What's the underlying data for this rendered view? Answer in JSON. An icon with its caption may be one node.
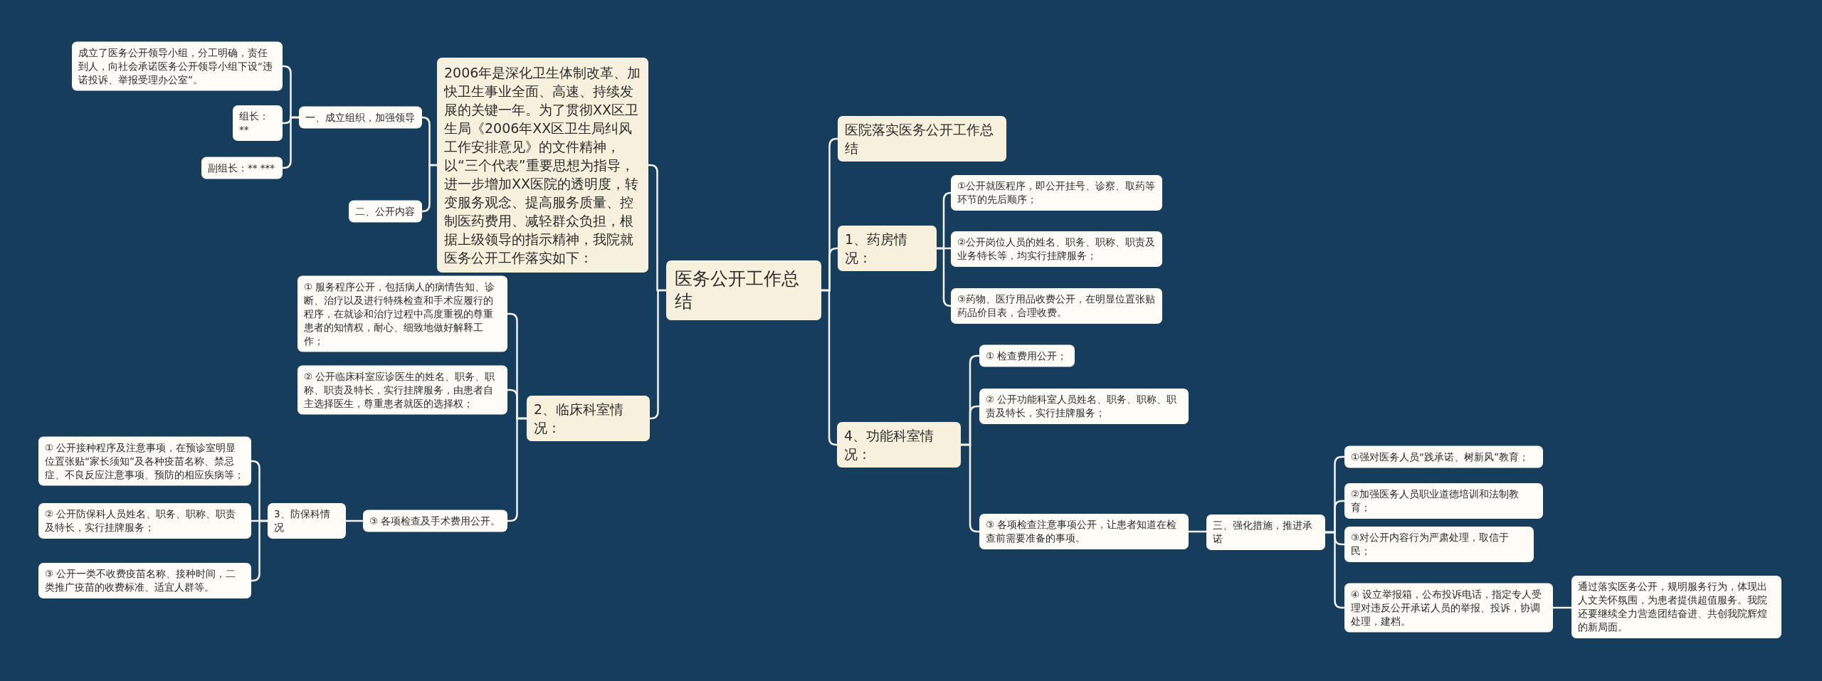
{
  "diagram": {
    "nodes": [
      {
        "text": [
          "医务公开工作总结"
        ]
      },
      {
        "text": [
          "2006年是深化卫生体制改革、加快卫生事业全面、高速、持续发展的关键一年。为了贯彻XX区卫生局《2006年XX区卫生局纠风工作安排意见》的文件精神，以“三个代表”重要思想为指导，进一步增加XX医院的透明度，转变服务观念、提高服务质量、控制医药费用、减轻群众负担，根据上级领导的指示精神，我院就医务公开工作落实如下："
        ]
      },
      {
        "text": [
          "一、成立组织，加强领导"
        ]
      },
      {
        "text": [
          "成立了医务公开领导小组，分工明确，责任到人，向社会承诺医务公开领导小组下设“违诺投诉、举报受理办公室”。"
        ]
      },
      {
        "text": [
          "组长：**"
        ]
      },
      {
        "text": [
          "副组长：**  ***"
        ]
      },
      {
        "text": [
          "二、公开内容"
        ]
      },
      {
        "text": [
          "2、临床科室情况："
        ]
      },
      {
        "text": [
          "①  服务程序公开，包括病人的病情告知、诊断、治疗以及进行特殊检查和手术应履行的程序，在就诊和治疗过程中高度重视的尊重患者的知情权，耐心、细致地做好解释工作；"
        ]
      },
      {
        "text": [
          "②  公开临床科室应诊医生的姓名、职务、职称、职责及特长，实行挂牌服务，由患者自主选择医生，尊重患者就医的选择权；"
        ]
      },
      {
        "text": [
          "③  各项检查及手术费用公开。"
        ]
      },
      {
        "text": [
          "3、防保科情况"
        ]
      },
      {
        "text": [
          "①  公开接种程序及注意事项，在预诊室明显位置张贴“家长须知”及各种疫苗名称、禁忌症、不良反应注意事项、预防的相应疾病等；"
        ]
      },
      {
        "text": [
          "②  公开防保科人员姓名、职务、职称、职责及特长，实行挂牌服务；"
        ]
      },
      {
        "text": [
          "③  公开一类不收费疫苗名称、接种时间，二类推广疫苗的收费标准、适宜人群等。"
        ]
      },
      {
        "text": [
          "医院落实医务公开工作总结"
        ]
      },
      {
        "text": [
          "1、药房情况："
        ]
      },
      {
        "text": [
          "①公开就医程序，即公开挂号、诊察、取药等环节的先后顺序；"
        ]
      },
      {
        "text": [
          "②公开岗位人员的姓名、职务、职称、职责及业务特长等，均实行挂牌服务；"
        ]
      },
      {
        "text": [
          "③药物、医疗用品收费公开，在明显位置张贴药品价目表，合理收费。"
        ]
      },
      {
        "text": [
          "4、功能科室情况："
        ]
      },
      {
        "text": [
          "①  检查费用公开；"
        ]
      },
      {
        "text": [
          "②  公开功能科室人员姓名、职务、职称、职责及特长，实行挂牌服务；"
        ]
      },
      {
        "text": [
          "③  各项检查注意事项公开，让患者知道在检查前需要准备的事项。"
        ]
      },
      {
        "text": [
          "三、强化措施，推进承诺"
        ]
      },
      {
        "text": [
          "①强对医务人员“践承诺、树新风”教育；"
        ]
      },
      {
        "text": [
          "②加强医务人员职业道德培训和法制教育；"
        ]
      },
      {
        "text": [
          "③对公开内容行为严肃处理，取信于民；"
        ]
      },
      {
        "text": [
          "④ 设立举报箱，公布投诉电话，指定专人受理对违反公开承诺人员的举报、投诉，协调处理，建档。"
        ]
      },
      {
        "text": [
          "通过落实医务公开，规明服务行为，体现出人文关怀氛围，为患者提供超值服务。我院还要继续全力营造团结奋进、共创我院辉煌的新局面。"
        ]
      }
    ],
    "edges": [
      {
        "from": 0,
        "to": 1,
        "arrow": "none"
      },
      {
        "from": 1,
        "to": 2,
        "arrow": "none"
      },
      {
        "from": 2,
        "to": 3,
        "arrow": "none"
      },
      {
        "from": 2,
        "to": 4,
        "arrow": "none"
      },
      {
        "from": 2,
        "to": 5,
        "arrow": "none"
      },
      {
        "from": 1,
        "to": 6,
        "arrow": "none"
      },
      {
        "from": 0,
        "to": 7,
        "arrow": "none"
      },
      {
        "from": 7,
        "to": 8,
        "arrow": "none"
      },
      {
        "from": 7,
        "to": 9,
        "arrow": "none"
      },
      {
        "from": 7,
        "to": 10,
        "arrow": "none"
      },
      {
        "from": 10,
        "to": 11,
        "arrow": "none"
      },
      {
        "from": 11,
        "to": 12,
        "arrow": "none"
      },
      {
        "from": 11,
        "to": 13,
        "arrow": "none"
      },
      {
        "from": 11,
        "to": 14,
        "arrow": "none"
      },
      {
        "from": 0,
        "to": 15,
        "arrow": "none"
      },
      {
        "from": 0,
        "to": 16,
        "arrow": "none"
      },
      {
        "from": 16,
        "to": 17,
        "arrow": "none"
      },
      {
        "from": 16,
        "to": 18,
        "arrow": "none"
      },
      {
        "from": 16,
        "to": 19,
        "arrow": "none"
      },
      {
        "from": 0,
        "to": 20,
        "arrow": "none"
      },
      {
        "from": 20,
        "to": 21,
        "arrow": "none"
      },
      {
        "from": 20,
        "to": 22,
        "arrow": "none"
      },
      {
        "from": 20,
        "to": 23,
        "arrow": "none"
      },
      {
        "from": 23,
        "to": 24,
        "arrow": "none"
      },
      {
        "from": 24,
        "to": 25,
        "arrow": "none"
      },
      {
        "from": 24,
        "to": 26,
        "arrow": "none"
      },
      {
        "from": 24,
        "to": 27,
        "arrow": "none"
      },
      {
        "from": 24,
        "to": 28,
        "arrow": "none"
      },
      {
        "from": 28,
        "to": 29,
        "arrow": "none"
      }
    ]
  }
}
